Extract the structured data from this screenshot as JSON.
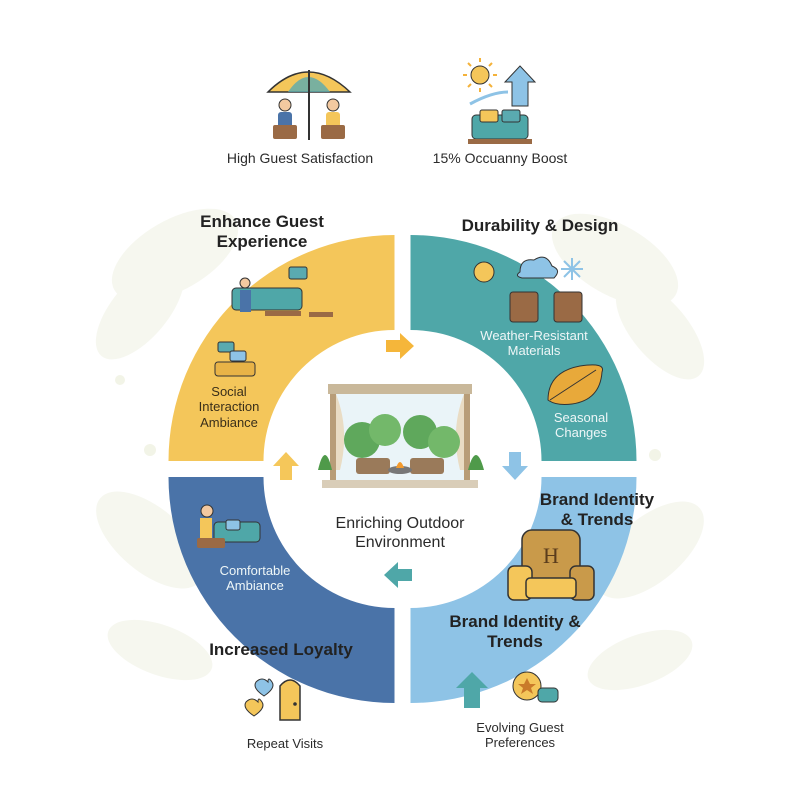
{
  "top": {
    "left_caption": "High Guest Satisfaction",
    "right_caption": "15% Occuanny Boost"
  },
  "quadrants": {
    "top_left": {
      "title": "Enhance Guest Experience",
      "sub": "Social Interaction Ambiance",
      "color": "#F4C65A"
    },
    "top_right": {
      "title": "Durability & Design",
      "sub1": "Weather-Resistant Materials",
      "sub2": "Seasonal Changes",
      "color": "#4FA7A8"
    },
    "bottom_right": {
      "title1": "Brand Identity & Trends",
      "title2": "Brand Identity & Trends",
      "color": "#8EC3E6"
    },
    "bottom_left": {
      "title": "Increased Loyalty",
      "sub": "Comfortable Ambiance",
      "color": "#4A73A8"
    }
  },
  "center": {
    "label": "Enriching Outdoor Environment"
  },
  "bottom": {
    "left_caption": "Repeat Visits",
    "right_caption": "Evolving Guest Preferences"
  },
  "icon_letter": "H"
}
